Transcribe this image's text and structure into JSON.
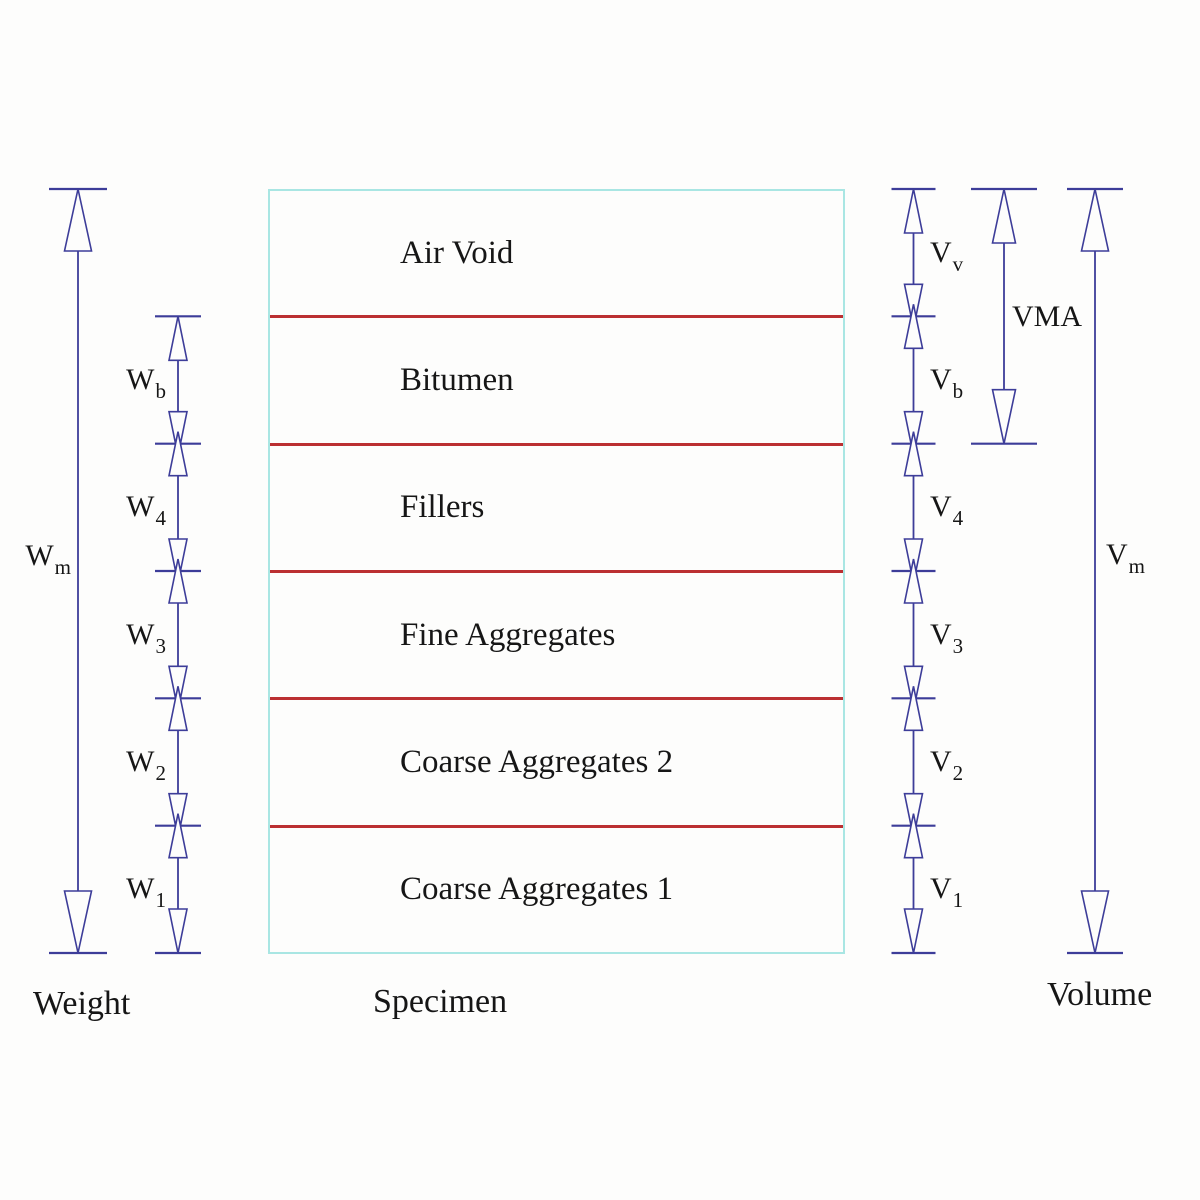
{
  "diagram": {
    "weight": {
      "caption": "Weight",
      "total": {
        "base": "W",
        "sub": "m"
      },
      "segments": [
        {
          "base": "W",
          "sub": "b"
        },
        {
          "base": "W",
          "sub": "4"
        },
        {
          "base": "W",
          "sub": "3"
        },
        {
          "base": "W",
          "sub": "2"
        },
        {
          "base": "W",
          "sub": "1"
        }
      ]
    },
    "specimen": {
      "caption": "Specimen",
      "layers": [
        "Air Void",
        "Bitumen",
        "Fillers",
        "Fine Aggregates",
        "Coarse Aggregates 2",
        "Coarse Aggregates 1"
      ]
    },
    "volume": {
      "caption": "Volume",
      "vma_label": "VMA",
      "total": {
        "base": "V",
        "sub": "m"
      },
      "segments": [
        {
          "base": "V",
          "sub": "v"
        },
        {
          "base": "V",
          "sub": "b"
        },
        {
          "base": "V",
          "sub": "4"
        },
        {
          "base": "V",
          "sub": "3"
        },
        {
          "base": "V",
          "sub": "2"
        },
        {
          "base": "V",
          "sub": "1"
        }
      ]
    },
    "colors": {
      "line": "#3d3d99",
      "separator": "#bb2f31",
      "box_border": "#a9e6e3",
      "text": "#161616"
    }
  }
}
